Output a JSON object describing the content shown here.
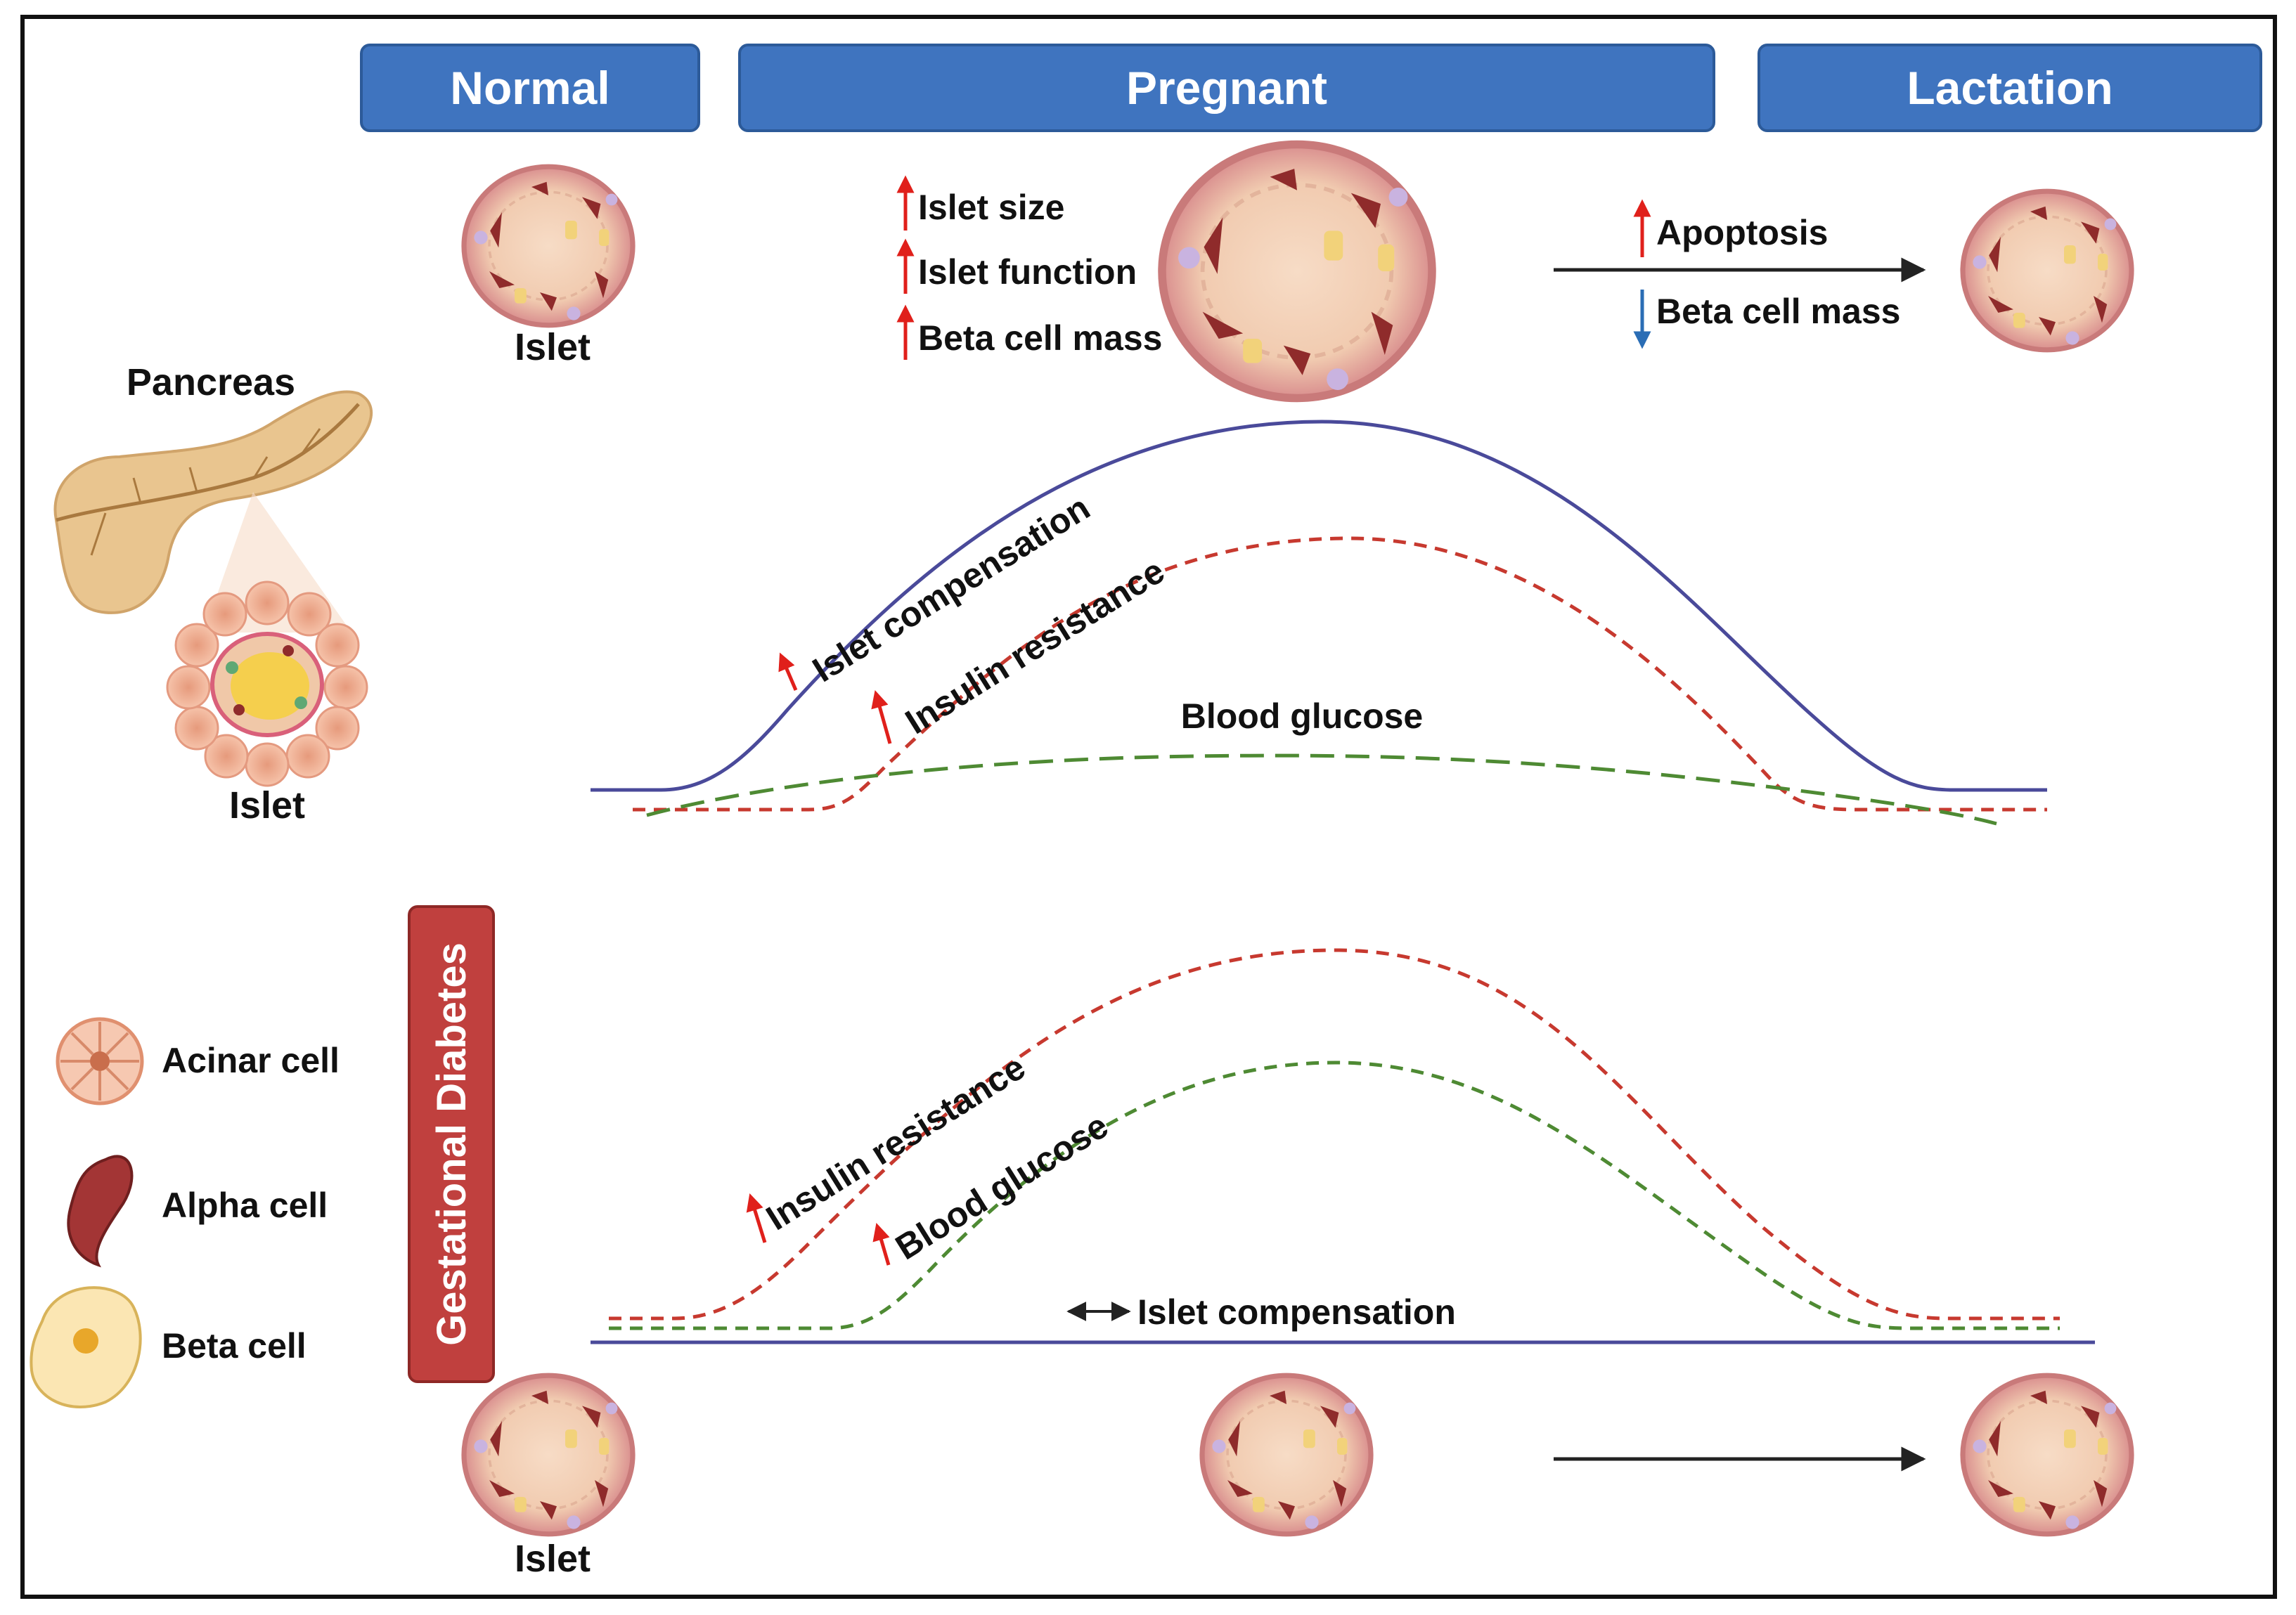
{
  "headers": {
    "normal": "Normal",
    "pregnant": "Pregnant",
    "lactation": "Lactation",
    "gdm": "Gestational Diabetes"
  },
  "left_panel": {
    "pancreas_label": "Pancreas",
    "islet_label": "Islet"
  },
  "legend": [
    {
      "label": "Acinar cell",
      "icon": "acinar-cell-icon"
    },
    {
      "label": "Alpha cell",
      "icon": "alpha-cell-icon"
    },
    {
      "label": "Beta cell",
      "icon": "beta-cell-icon"
    }
  ],
  "normal_pregnancy": {
    "islet_label": "Islet",
    "pregnant_changes": [
      "Islet size",
      "Islet function",
      "Beta cell mass"
    ],
    "lactation_changes": [
      {
        "label": "Apoptosis",
        "direction": "up"
      },
      {
        "label": "Beta cell mass",
        "direction": "down"
      }
    ],
    "curves": {
      "islet_compensation": "Islet compensation",
      "insulin_resistance": "Insulin resistance",
      "blood_glucose": "Blood glucose"
    }
  },
  "gestational_diabetes": {
    "curves": {
      "insulin_resistance": "Insulin resistance",
      "blood_glucose": "Blood glucose",
      "islet_compensation": "Islet compensation"
    },
    "islet_label": "Islet"
  },
  "colors": {
    "header_blue": "#3f74bf",
    "header_red": "#c0403e",
    "compensation_line": "#4a4a9a",
    "insulin_line": "#c7392f",
    "glucose_line": "#4e8a33",
    "up_arrow": "#e0201b",
    "down_arrow": "#2a6db5",
    "islet_fill": "#f2cdb3",
    "islet_rim": "#cf8484",
    "alpha_cell": "#8f2b2b",
    "beta_cell": "#f2d27a",
    "pancreas": "#e9c58f"
  }
}
